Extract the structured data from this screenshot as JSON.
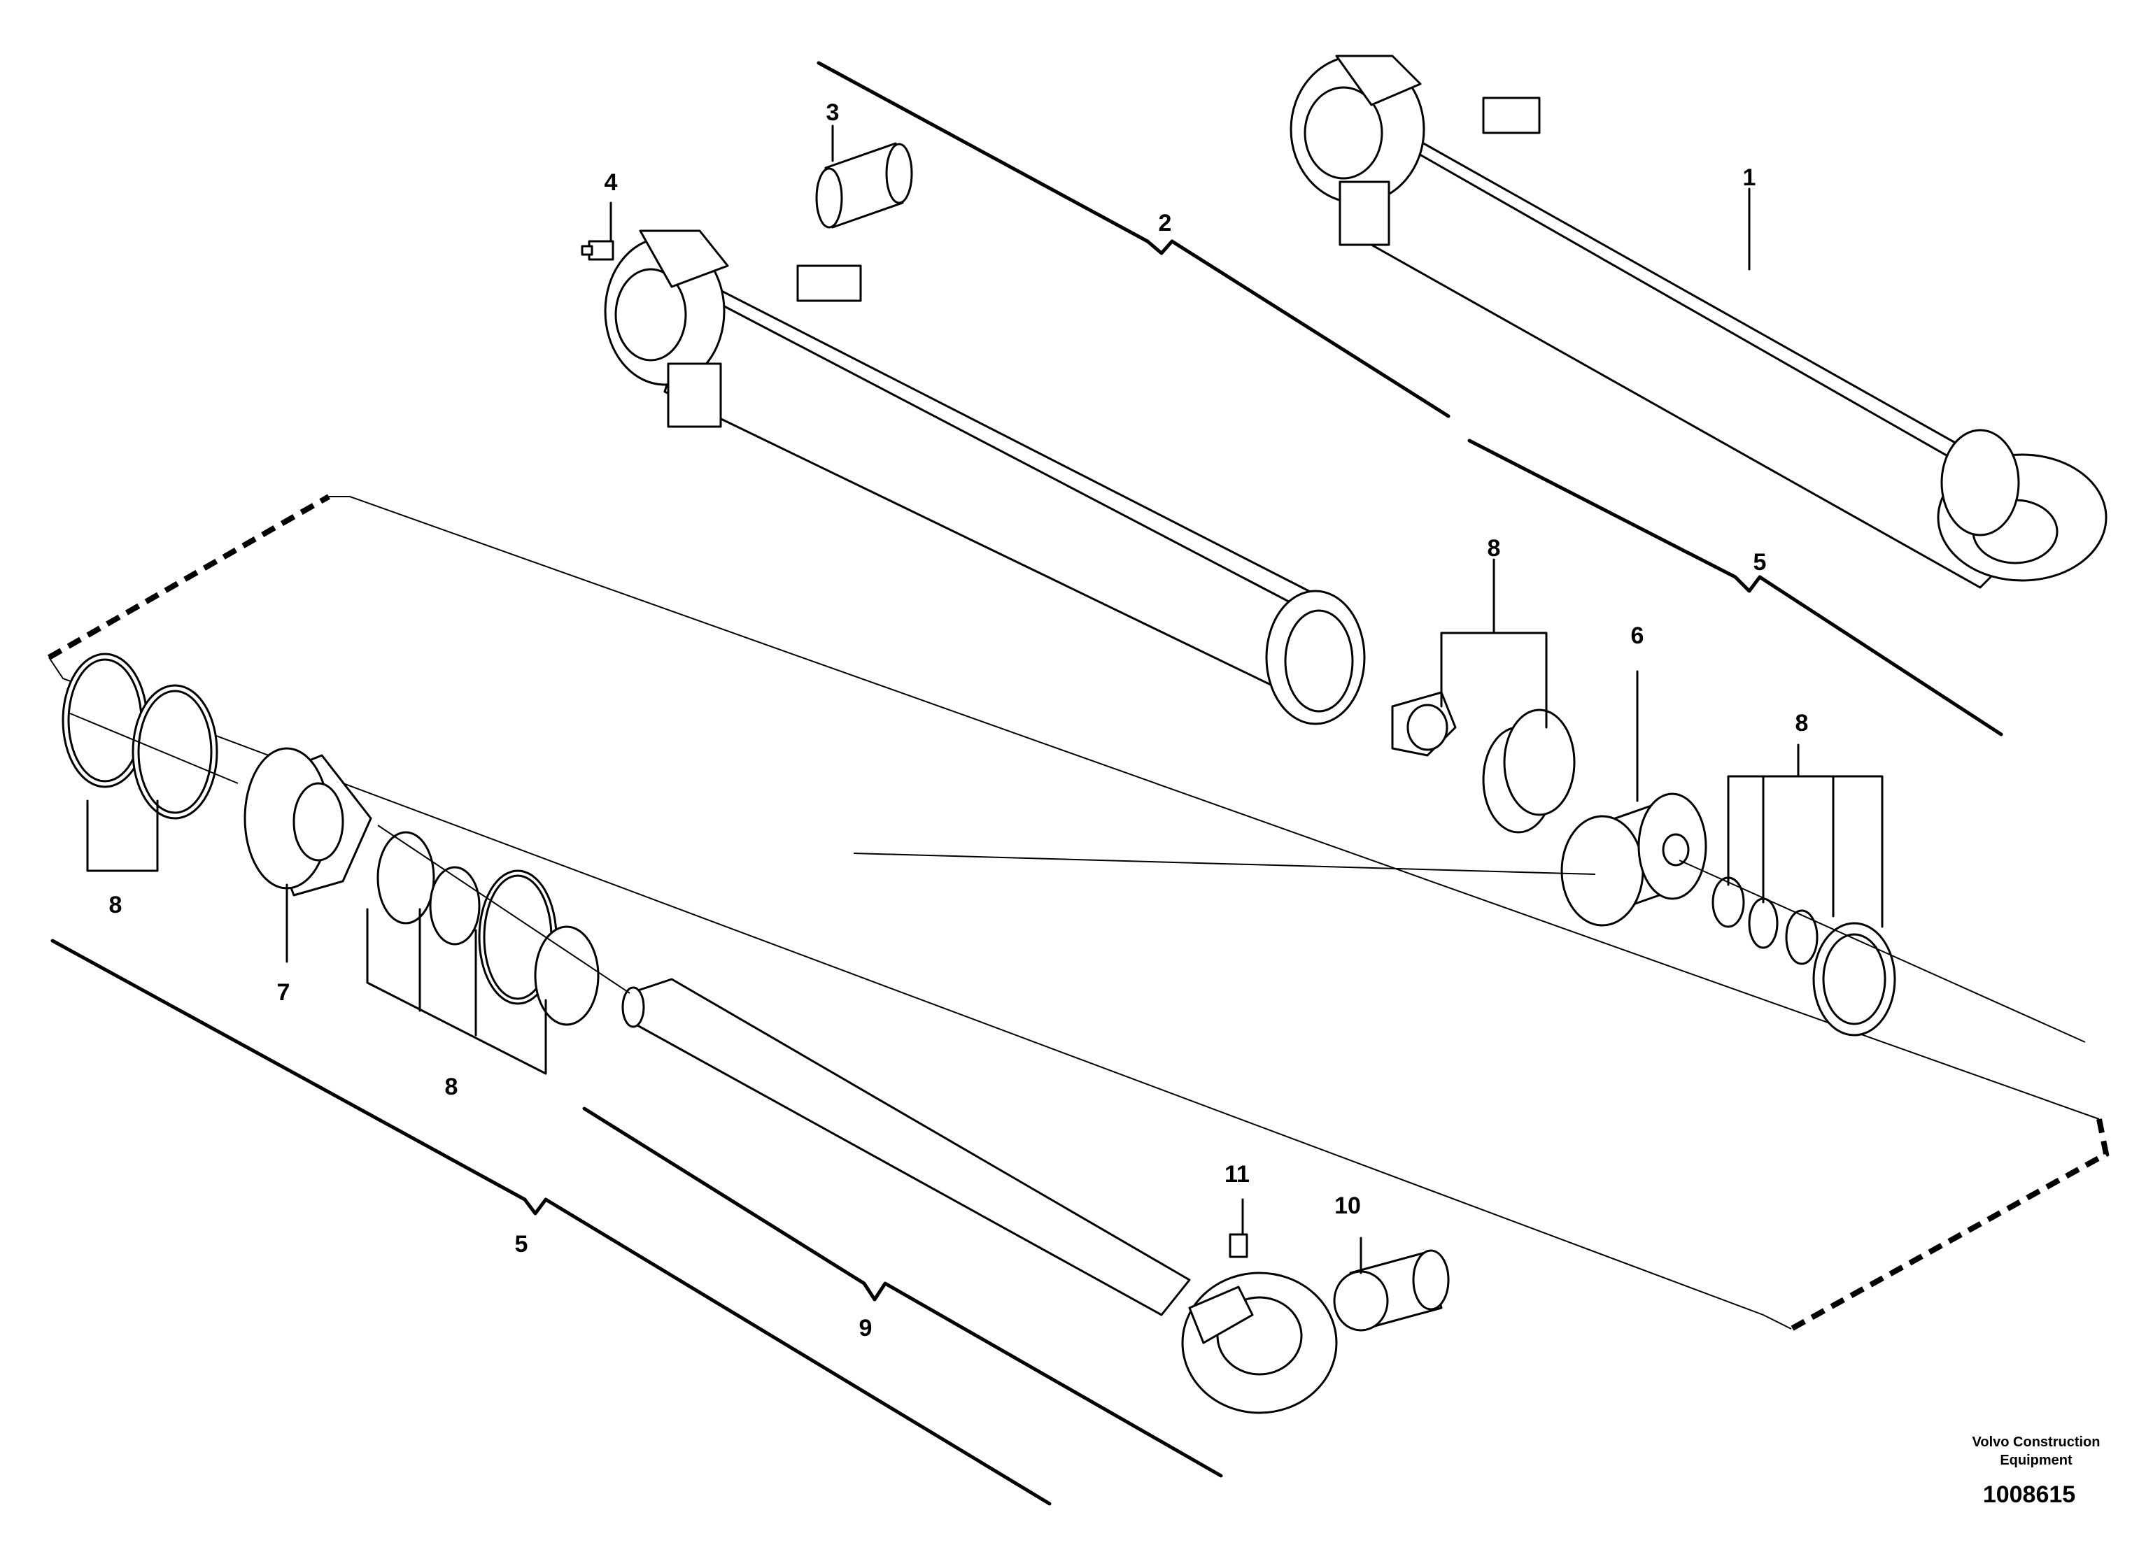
{
  "diagram": {
    "callouts": [
      {
        "id": "c1",
        "text": "1"
      },
      {
        "id": "c2",
        "text": "2"
      },
      {
        "id": "c3",
        "text": "3"
      },
      {
        "id": "c4",
        "text": "4"
      },
      {
        "id": "c5a",
        "text": "5"
      },
      {
        "id": "c5b",
        "text": "5"
      },
      {
        "id": "c6",
        "text": "6"
      },
      {
        "id": "c7",
        "text": "7"
      },
      {
        "id": "c8a",
        "text": "8"
      },
      {
        "id": "c8b",
        "text": "8"
      },
      {
        "id": "c8c",
        "text": "8"
      },
      {
        "id": "c8d",
        "text": "8"
      },
      {
        "id": "c9",
        "text": "9"
      },
      {
        "id": "c10",
        "text": "10"
      },
      {
        "id": "c11",
        "text": "11"
      }
    ],
    "credit_line1": "Volvo Construction",
    "credit_line2": "Equipment",
    "document_number": "1008615"
  }
}
